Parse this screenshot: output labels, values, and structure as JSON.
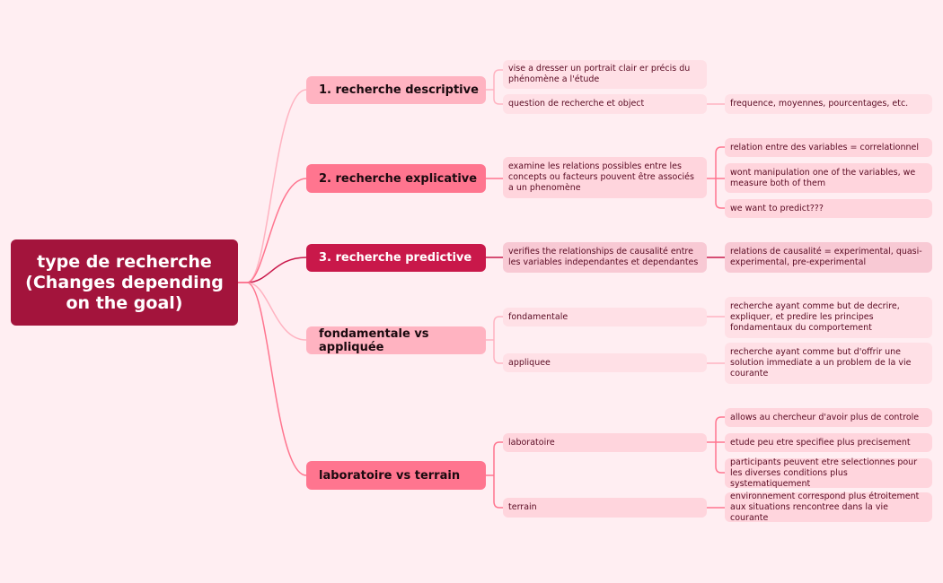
{
  "root": {
    "label": "type de recherche (Changes depending on the goal)"
  },
  "colors": {
    "background": "#FFEEF2",
    "root": "#A3143C",
    "light_branch": "#FFB3C1",
    "mid_branch": "#FF758F",
    "dark_branch": "#C9184A",
    "text_dark": "#5A0A22"
  },
  "branches": [
    {
      "label": "1. recherche descriptive",
      "children": [
        {
          "label": "vise a dresser un portrait clair er précis du phénomène a l'étude"
        },
        {
          "label": "question de recherche et object",
          "children": [
            {
              "label": "frequence, moyennes, pourcentages, etc."
            }
          ]
        }
      ]
    },
    {
      "label": "2. recherche explicative",
      "children": [
        {
          "label": "examine les relations possibles entre les concepts ou facteurs pouvent être associés a un phenomène",
          "children": [
            {
              "label": "relation entre des variables = correlationnel"
            },
            {
              "label": "wont manipulation one of the variables, we measure both of them"
            },
            {
              "label": "we want to predict???"
            }
          ]
        }
      ]
    },
    {
      "label": "3. recherche predictive",
      "children": [
        {
          "label": "verifies the relationships de causalité entre les variables independantes et dependantes",
          "children": [
            {
              "label": "relations de causalité = experimental, quasi-experimental, pre-experimental"
            }
          ]
        }
      ]
    },
    {
      "label": "fondamentale vs appliquée",
      "children": [
        {
          "label": "fondamentale",
          "children": [
            {
              "label": "recherche ayant comme but de decrire, expliquer, et predire les principes fondamentaux du comportement"
            }
          ]
        },
        {
          "label": "appliquee",
          "children": [
            {
              "label": "recherche ayant comme but d'offrir une solution immediate a un problem de la vie courante"
            }
          ]
        }
      ]
    },
    {
      "label": "laboratoire vs terrain",
      "children": [
        {
          "label": "laboratoire",
          "children": [
            {
              "label": "allows au chercheur d'avoir plus de controle"
            },
            {
              "label": "etude peu etre specifiee plus precisement"
            },
            {
              "label": "participants peuvent etre selectionnes pour les diverses conditions plus systematiquement"
            }
          ]
        },
        {
          "label": "terrain",
          "children": [
            {
              "label": "environnement correspond plus étroitement aux situations rencontree dans la vie courante"
            }
          ]
        }
      ]
    }
  ]
}
